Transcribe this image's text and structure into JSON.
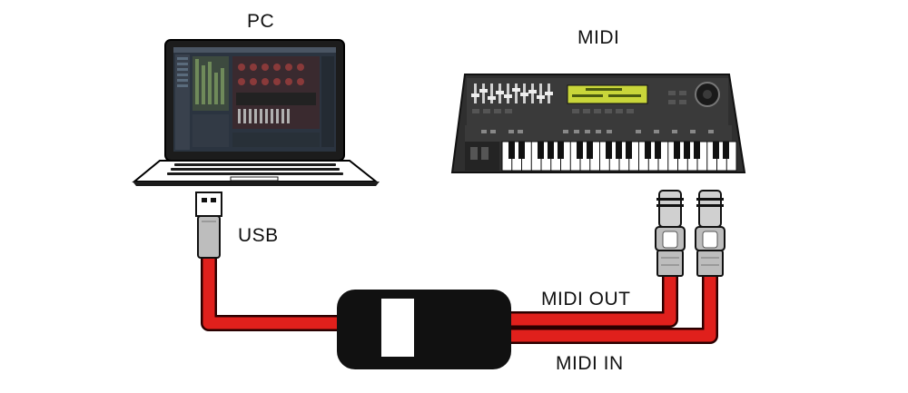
{
  "labels": {
    "pc": "PC",
    "midi": "MIDI",
    "usb": "USB",
    "midi_out": "MIDI OUT",
    "midi_in": "MIDI IN"
  },
  "colors": {
    "cable": "#e0201c",
    "cable_edge": "#2a0000",
    "interface_box": "#111111",
    "laptop_body": "#1c1c1c",
    "screen_bg": "#2b3440",
    "keyboard_body": "#2f2f2f",
    "display": "#c9d63a",
    "connector": "#bdbdbd"
  }
}
